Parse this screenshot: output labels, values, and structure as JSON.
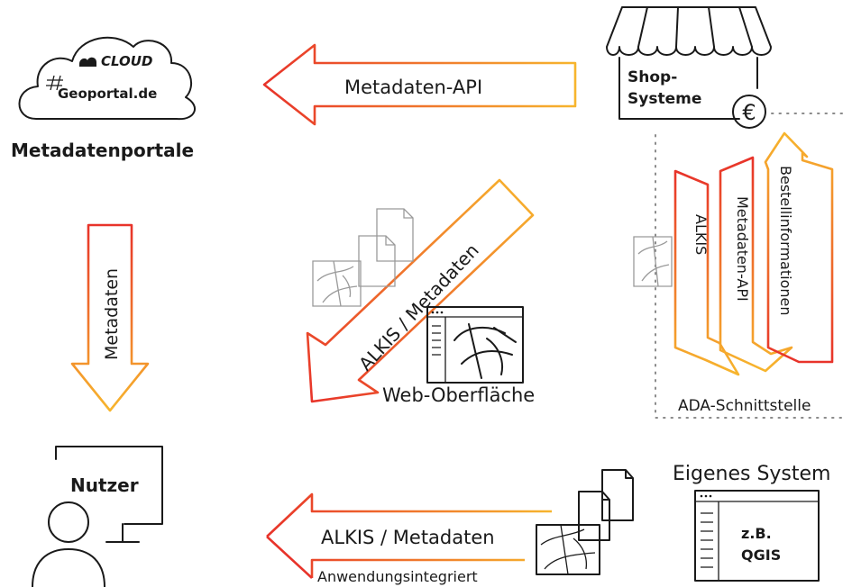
{
  "portals": {
    "cloud_brand": "CLOUD",
    "geoportal_brand": "Geoportal.de",
    "title": "Metadatenportale"
  },
  "shop": {
    "title_line1": "Shop-",
    "title_line2": "Systeme",
    "currency_symbol": "€"
  },
  "arrows": {
    "metadata_api_top": "Metadaten-API",
    "metadata_down": "Metadaten",
    "alkis_metadata_diagonal": "ALKIS / Metadaten",
    "alkis": "ALKIS",
    "metadata_api_vertical": "Metadaten-API",
    "order_info": "Bestellinformationen",
    "alkis_metadata_bottom": "ALKIS / Metadaten"
  },
  "labels": {
    "web_interface": "Web-Oberfläche",
    "ada_interface": "ADA-Schnittstelle",
    "own_system": "Eigenes System",
    "qgis_line1": "z.B.",
    "qgis_line2": "QGIS",
    "application_integrated": "Anwendungsintegriert",
    "user": "Nutzer"
  },
  "colors": {
    "arrow_start": "#e8332a",
    "arrow_end": "#f7b52d",
    "text": "#1a1a1a",
    "dotted_line": "#8a8a8a"
  }
}
